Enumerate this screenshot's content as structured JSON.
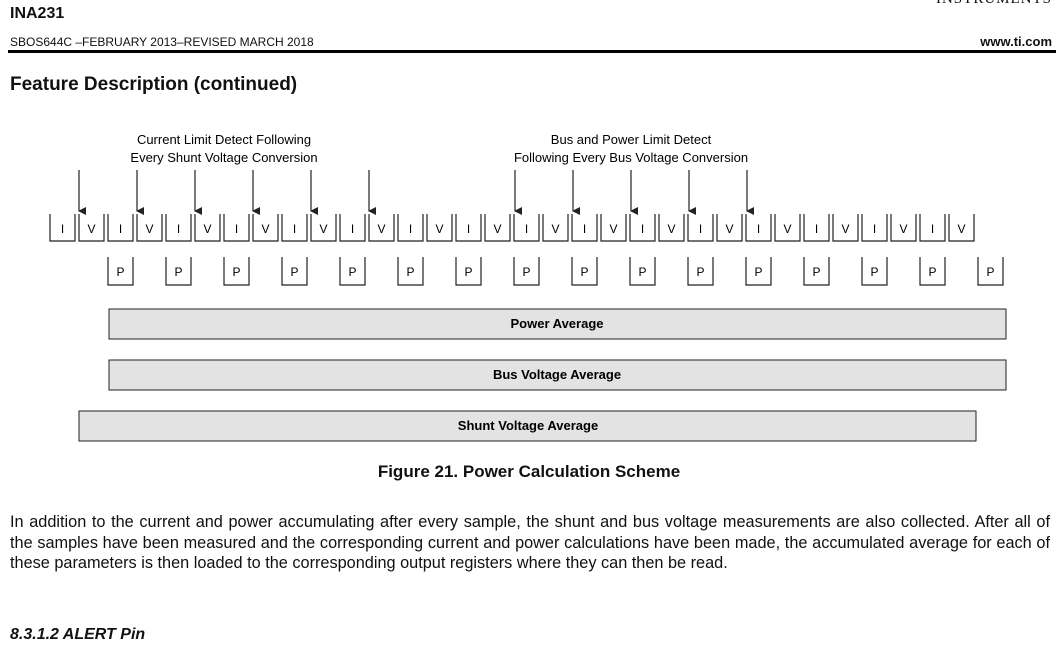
{
  "header": {
    "doc_id": "INA231",
    "brand_partial": "INSTRUMENTS",
    "revision": "SBOS644C –FEBRUARY 2013–REVISED MARCH 2018",
    "site": "www.ti.com"
  },
  "section_title": "Feature Description (continued)",
  "figure": {
    "annotation_left_line1": "Current Limit Detect Following",
    "annotation_left_line2": "Every Shunt Voltage Conversion",
    "annotation_right_line1": "Bus and Power Limit Detect",
    "annotation_right_line2": "Following Every Bus Voltage Conversion",
    "current_label": "I",
    "voltage_label": "V",
    "power_label": "P",
    "conversion_pairs": 16,
    "power_slots": 16,
    "current_arrows": 6,
    "bus_arrows": 5,
    "bars": {
      "power": "Power Average",
      "bus": "Bus Voltage Average",
      "shunt": "Shunt Voltage Average"
    },
    "colors": {
      "bar_fill": "#e3e3e3",
      "line": "#222222"
    }
  },
  "figure_caption": "Figure 21. Power Calculation Scheme",
  "body_text": "In addition to the current and power accumulating after every sample, the shunt and bus voltage measurements are also collected. After all of the samples have been measured and the corresponding current and power calculations have been made, the accumulated average for each of these parameters is then loaded to the corresponding output registers where they can then be read.",
  "subsection_heading": "8.3.1.2 ALERT Pin"
}
